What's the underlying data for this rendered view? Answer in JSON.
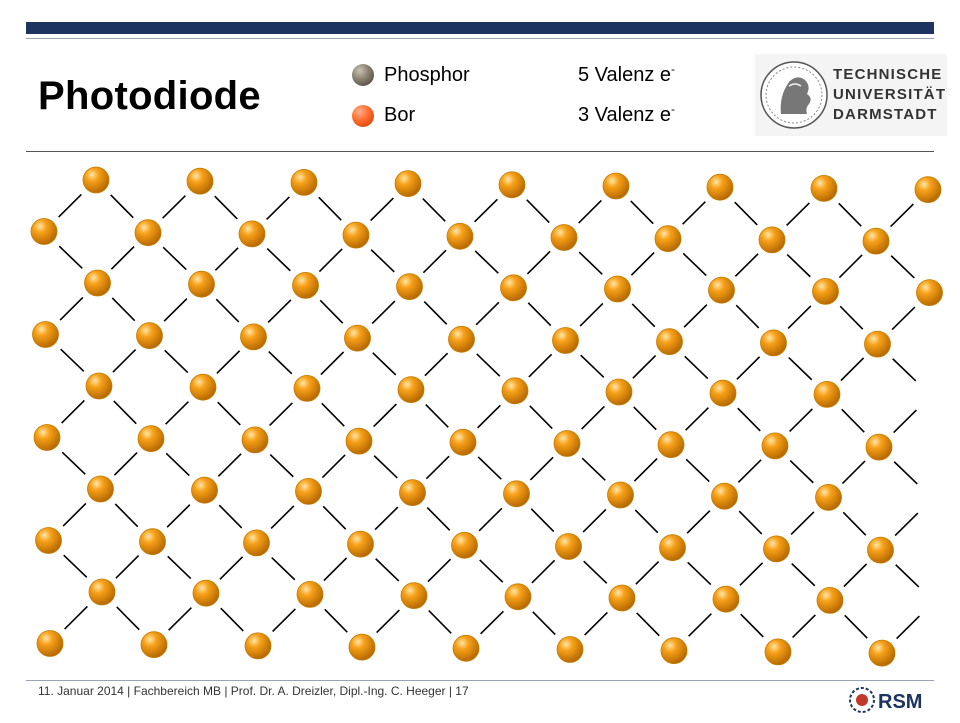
{
  "slide": {
    "title": "Photodiode",
    "legend": [
      {
        "name": "Phosphor",
        "valence": "5 Valenz e",
        "sup": "-",
        "color": "#8d8473"
      },
      {
        "name": "Bor",
        "valence": "3 Valenz e",
        "sup": "-",
        "color": "#ff6a2b"
      }
    ],
    "logo": {
      "line1": "TECHNISCHE",
      "line2": "UNIVERSITÄT",
      "line3": "DARMSTADT"
    },
    "footer": "11. Januar 2014  |  Fachbereich MB  |  Prof. Dr. A. Dreizler, Dipl.-Ing. C. Heeger  |  17",
    "footer_logo": "RSM"
  },
  "colors": {
    "bar": "#1d3461",
    "atom": "#f7a11a",
    "bond": "#000000"
  }
}
